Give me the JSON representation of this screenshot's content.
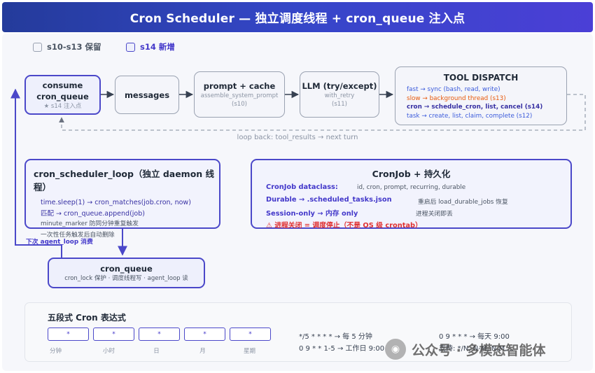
{
  "header": {
    "title": "Cron Scheduler — 独立调度线程 + cron_queue 注入点"
  },
  "legend": [
    {
      "label": "s10-s13 保留",
      "color": "#9aa2b1"
    },
    {
      "label": "s14 新增",
      "color": "#4b48c9"
    }
  ],
  "flow": {
    "consume": {
      "title_line1": "consume",
      "title_line2": "cron_queue",
      "note": "★ s14 注入点"
    },
    "messages": {
      "title": "messages"
    },
    "prompt": {
      "title": "prompt + cache",
      "sub": "assemble_system_prompt",
      "tag": "(s10)"
    },
    "llm": {
      "title": "LLM (try/except)",
      "sub": "with_retry",
      "tag": "(s11)"
    },
    "dispatch": {
      "title": "TOOL DISPATCH",
      "lines": [
        {
          "text": "fast → sync (bash, read, write)",
          "color": "#3b5bdb",
          "bold": false
        },
        {
          "text": "slow → background thread (s13)",
          "color": "#e8590c",
          "bold": false
        },
        {
          "text": "cron → schedule_cron, list, cancel (s14)",
          "color": "#3730a3",
          "bold": true
        },
        {
          "text": "task → create, list, claim, complete (s12)",
          "color": "#3b5bdb",
          "bold": false
        }
      ]
    },
    "loop_back": "loop back: tool_results → next turn"
  },
  "scheduler": {
    "title": "cron_scheduler_loop（独立 daemon 线程）",
    "lines": [
      "time.sleep(1) → cron_matches(job.cron, now)",
      "匹配 → cron_queue.append(job)",
      "minute_marker 防同分钟重复触发",
      "一次性任务触发后自动删除"
    ],
    "arrow_label": "下次 agent_loop 消费"
  },
  "queue": {
    "title": "cron_queue",
    "sub": "cron_lock 保护 · 调度线程写 · agent_loop 读"
  },
  "cronjob": {
    "title": "CronJob + 持久化",
    "rows": [
      {
        "key": "CronJob dataclass:",
        "value": "id, cron, prompt, recurring, durable"
      },
      {
        "key": "Durable → .scheduled_tasks.json",
        "value": "重启后 load_durable_jobs 恢复"
      },
      {
        "key": "Session-only → 内存 only",
        "value": "进程关闭即丢"
      }
    ],
    "warning": "⚠ 进程关闭 = 调度停止（不是 OS 级 crontab）"
  },
  "cron_expr": {
    "title": "五段式 Cron 表达式",
    "fields": [
      {
        "value": "*",
        "label": "分钟"
      },
      {
        "value": "*",
        "label": "小时"
      },
      {
        "value": "*",
        "label": "日"
      },
      {
        "value": "*",
        "label": "月"
      },
      {
        "value": "*",
        "label": "星期"
      }
    ],
    "examples": [
      "*/5 * * * * → 每 5 分钟",
      "0 9 * * * → 每天 9:00",
      "0 9 * * 1-5 → 工作日 9:00",
      "支持: */N, N-M, N,M,..."
    ]
  },
  "watermark": {
    "text": "公众号 · 多模态智能体"
  },
  "colors": {
    "accent": "#4b48c9",
    "gray_border": "#9aa2b1",
    "warning": "#e03131",
    "slow": "#e8590c"
  }
}
